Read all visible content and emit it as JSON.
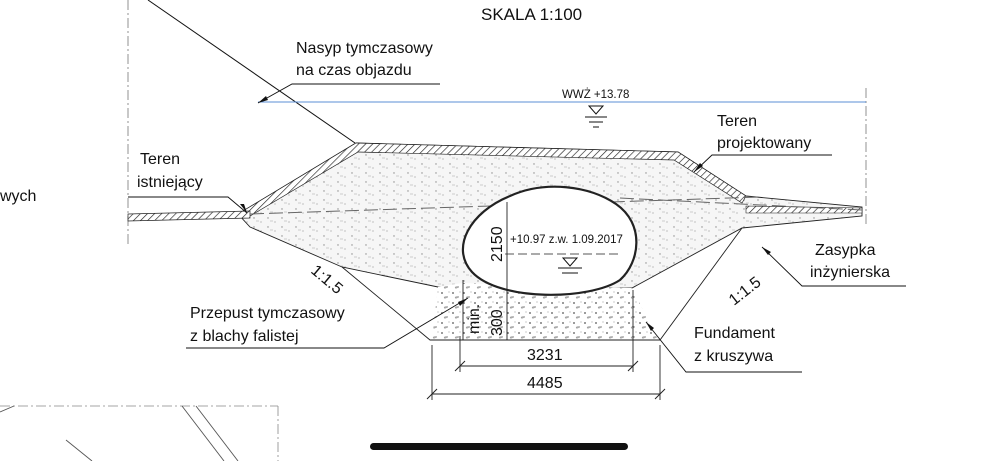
{
  "drawing": {
    "scale": "SKALA 1:100",
    "water_level": "WWŻ +13.78",
    "labels": {
      "temp_embankment": [
        "Nasyp tymczasowy",
        "na czas objazdu"
      ],
      "existing_terrain": [
        "Teren",
        "istniejący"
      ],
      "designed_terrain": [
        "Teren",
        "projektowany"
      ],
      "engineering_backfill": [
        "Zasypka",
        "inżynierska"
      ],
      "culvert": [
        "Przepust tymczasowy",
        "z blachy falistej"
      ],
      "foundation": [
        "Fundament",
        "z kruszywa"
      ],
      "cut_text": "wych"
    },
    "slope_left": "1:1.5",
    "slope_right": "1:1.5",
    "culvert_height": "2150",
    "min_label": "min.",
    "min_value": "300",
    "water_note": "+10.97 z.w. 1.09.2017",
    "width_inner": "3231",
    "width_outer": "4485"
  },
  "colors": {
    "line": "#111111",
    "water": "#5b8fd6",
    "fill": "#f1f1f1"
  }
}
